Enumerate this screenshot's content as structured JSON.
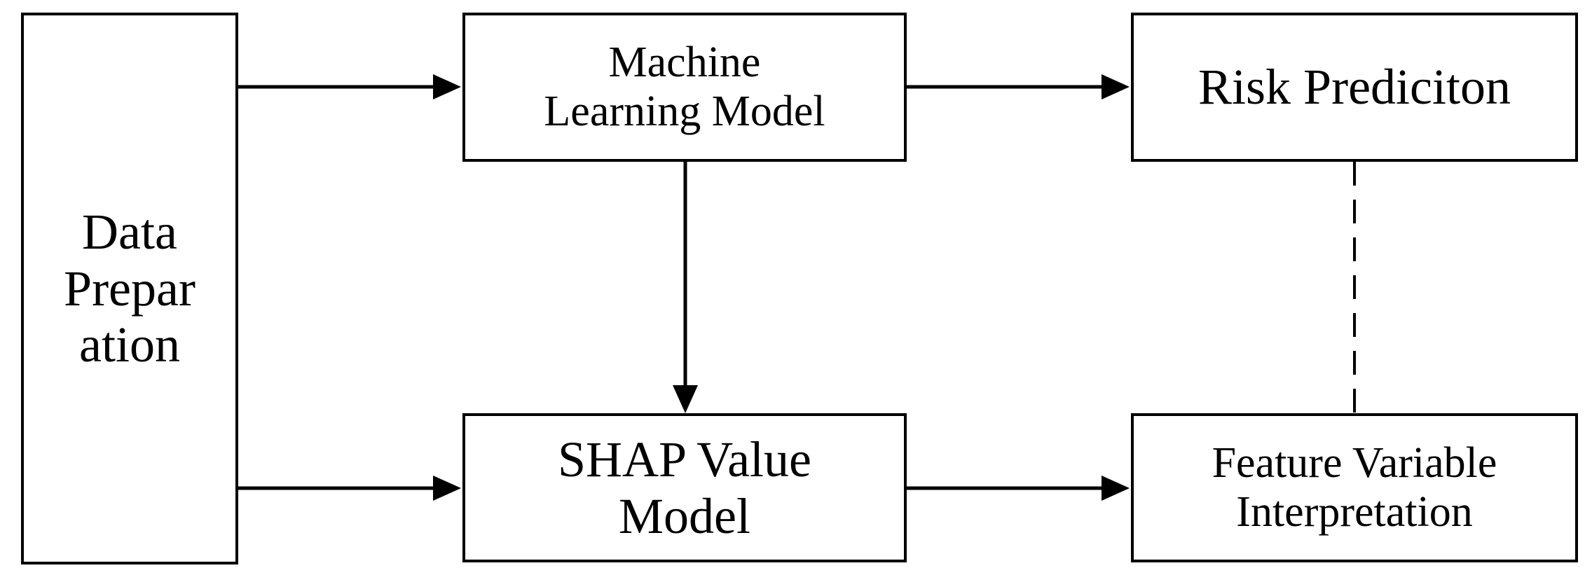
{
  "diagram": {
    "nodes": {
      "data_preparation": {
        "lines": [
          "Data",
          "Prepar",
          "ation"
        ]
      },
      "machine_learning_model": {
        "lines": [
          "Machine",
          "Learning Model"
        ]
      },
      "shap_value_model": {
        "lines": [
          "SHAP Value",
          "Model"
        ]
      },
      "risk_prediction": {
        "lines": [
          "Risk Prediciton"
        ]
      },
      "feature_variable_interpretation": {
        "lines": [
          "Feature Variable",
          "Interpretation"
        ]
      }
    },
    "edges": [
      {
        "from": "data_preparation",
        "to": "machine_learning_model",
        "style": "solid-arrow"
      },
      {
        "from": "data_preparation",
        "to": "shap_value_model",
        "style": "solid-arrow"
      },
      {
        "from": "machine_learning_model",
        "to": "shap_value_model",
        "style": "solid-arrow"
      },
      {
        "from": "machine_learning_model",
        "to": "risk_prediction",
        "style": "solid-arrow"
      },
      {
        "from": "shap_value_model",
        "to": "feature_variable_interpretation",
        "style": "solid-arrow"
      },
      {
        "from": "risk_prediction",
        "to": "feature_variable_interpretation",
        "style": "dashed-line"
      }
    ],
    "colors": {
      "stroke": "#000000",
      "fill": "#ffffff",
      "text": "#000000"
    }
  }
}
